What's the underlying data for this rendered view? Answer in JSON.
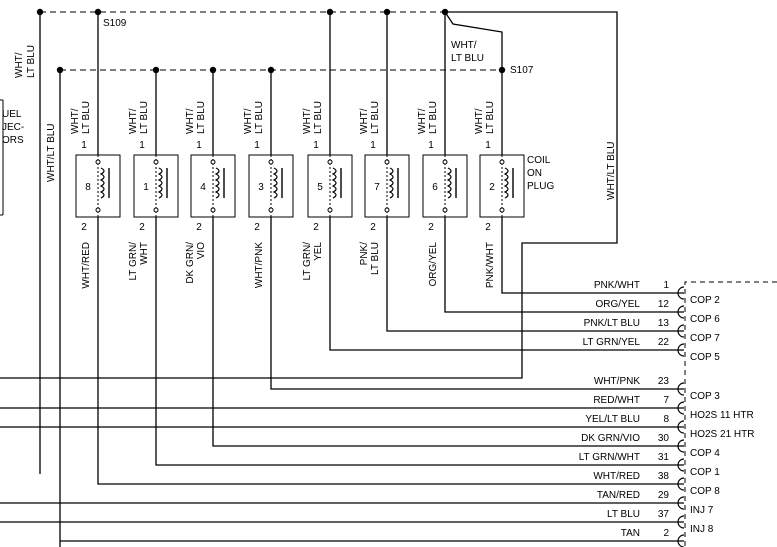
{
  "splices": {
    "s109": "S109",
    "s107": "S107"
  },
  "left_labels": {
    "wire_top": "WHT/\nLT BLU",
    "wire_mid": "WHT/LT BLU",
    "fuel_injectors": [
      "UEL",
      "JEC-",
      "ORS"
    ]
  },
  "right_wire_label": "WHT/LT BLU",
  "s107_wire_label": [
    "WHT/",
    "LT BLU"
  ],
  "coil_label": [
    "COIL",
    "ON",
    "PLUG"
  ],
  "coils": [
    {
      "number": "8",
      "top_wire": [
        "WHT/",
        "LT BLU"
      ],
      "bottom_wire": [
        "WHT/RED"
      ],
      "pin_top": "1",
      "pin_bottom": "2"
    },
    {
      "number": "1",
      "top_wire": [
        "WHT/",
        "LT BLU"
      ],
      "bottom_wire": [
        "LT GRN/",
        "WHT"
      ],
      "pin_top": "1",
      "pin_bottom": "2"
    },
    {
      "number": "4",
      "top_wire": [
        "WHT/",
        "LT BLU"
      ],
      "bottom_wire": [
        "DK GRN/",
        "VIO"
      ],
      "pin_top": "1",
      "pin_bottom": "2"
    },
    {
      "number": "3",
      "top_wire": [
        "WHT/",
        "LT BLU"
      ],
      "bottom_wire": [
        "WHT/PNK"
      ],
      "pin_top": "1",
      "pin_bottom": "2"
    },
    {
      "number": "5",
      "top_wire": [
        "WHT/",
        "LT BLU"
      ],
      "bottom_wire": [
        "LT GRN/",
        "YEL"
      ],
      "pin_top": "1",
      "pin_bottom": "2"
    },
    {
      "number": "7",
      "top_wire": [
        "WHT/",
        "LT BLU"
      ],
      "bottom_wire": [
        "PNK/",
        "LT BLU"
      ],
      "pin_top": "1",
      "pin_bottom": "2"
    },
    {
      "number": "6",
      "top_wire": [
        "WHT/",
        "LT BLU"
      ],
      "bottom_wire": [
        "ORG/YEL"
      ],
      "pin_top": "1",
      "pin_bottom": "2"
    },
    {
      "number": "2",
      "top_wire": [
        "WHT/",
        "LT BLU"
      ],
      "bottom_wire": [
        "PNK/WHT"
      ],
      "pin_top": "1",
      "pin_bottom": "2"
    }
  ],
  "pcm_rows": [
    {
      "wire": "PNK/WHT",
      "pin": "1",
      "function": "COP 2"
    },
    {
      "wire": "ORG/YEL",
      "pin": "12",
      "function": "COP 6"
    },
    {
      "wire": "PNK/LT BLU",
      "pin": "13",
      "function": "COP 7"
    },
    {
      "wire": "LT GRN/YEL",
      "pin": "22",
      "function": "COP 5"
    },
    {
      "wire": "WHT/PNK",
      "pin": "23",
      "function": "COP 3"
    },
    {
      "wire": "RED/WHT",
      "pin": "7",
      "function": "HO2S 11 HTR"
    },
    {
      "wire": "YEL/LT BLU",
      "pin": "8",
      "function": "HO2S 21 HTR"
    },
    {
      "wire": "DK GRN/VIO",
      "pin": "30",
      "function": "COP 4"
    },
    {
      "wire": "LT GRN/WHT",
      "pin": "31",
      "function": "COP 1"
    },
    {
      "wire": "WHT/RED",
      "pin": "38",
      "function": "COP 8"
    },
    {
      "wire": "TAN/RED",
      "pin": "29",
      "function": "INJ 7"
    },
    {
      "wire": "LT BLU",
      "pin": "37",
      "function": "INJ 8"
    },
    {
      "wire": "TAN",
      "pin": "2",
      "function": ""
    }
  ]
}
